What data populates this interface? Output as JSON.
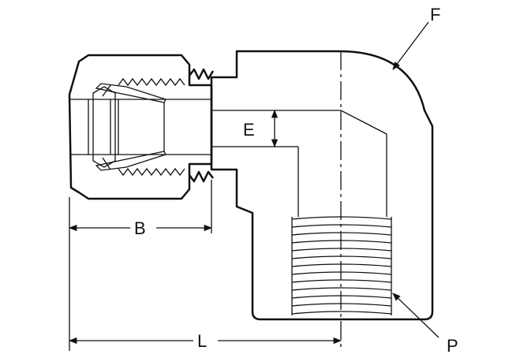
{
  "labels": {
    "F": "F",
    "E": "E",
    "B": "B",
    "L": "L",
    "P": "P"
  },
  "colors": {
    "line": "#111111",
    "background": "#ffffff"
  }
}
